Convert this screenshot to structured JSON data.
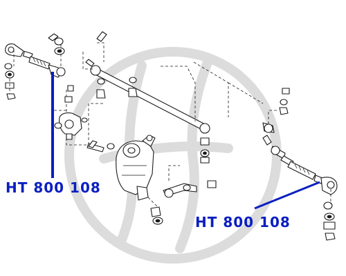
{
  "labels": {
    "left_part_number": "HT 800 108",
    "right_part_number": "HT 800 108"
  },
  "colors": {
    "label_text": "#0a1fc0",
    "leader_line": "#0a1fc0",
    "drawing_line": "#1a1a1a",
    "watermark": "#dcdcdc",
    "background": "#ffffff"
  },
  "watermark": {
    "description": "circular brand watermark with stylised letter marks"
  }
}
